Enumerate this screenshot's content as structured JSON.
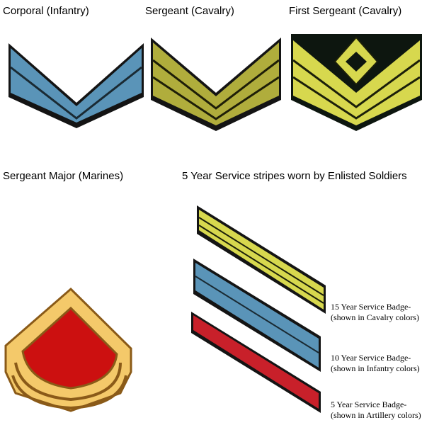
{
  "captions": {
    "corporal": "Corporal (Infantry)",
    "sergeant": "Sergeant (Cavalry)",
    "first_sergeant": "First Sergeant (Cavalry)",
    "sergeant_major": "Sergeant Major (Marines)",
    "service_stripes": "5 Year Service stripes worn by Enlisted Soldiers"
  },
  "service_badges": [
    {
      "line1": "15 Year Service Badge-",
      "line2": "(shown in Cavalry colors)"
    },
    {
      "line1": "10 Year Service Badge-",
      "line2": "(shown in Infantry colors)"
    },
    {
      "line1": "5 Year Service Badge-",
      "line2": "(shown in Artillery colors)"
    }
  ],
  "colors": {
    "infantry_blue": "#5a94b8",
    "cavalry_yellow": "#d7d84e",
    "cavalry_olive": "#b0ad3c",
    "artillery_red": "#c8202a",
    "marine_gold": "#f4c96a",
    "marine_red": "#cc1010",
    "outline": "#141414",
    "dark_field": "#0d160f"
  }
}
